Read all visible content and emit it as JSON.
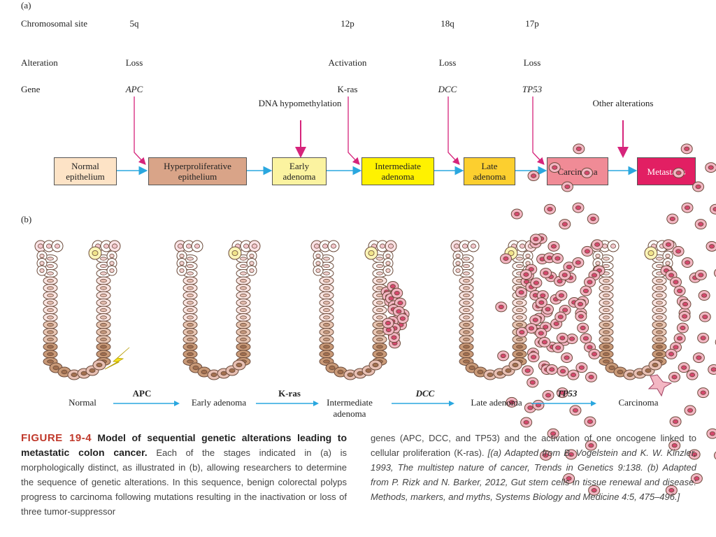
{
  "panel_a": {
    "label": "(a)",
    "row_labels": {
      "site": "Chromosomal site",
      "alteration": "Alteration",
      "gene": "Gene"
    },
    "columns": [
      {
        "site": "5q",
        "alteration": "Loss",
        "gene": "APC"
      },
      {
        "site": "12p",
        "alteration": "Activation",
        "gene": "K-ras"
      },
      {
        "site": "18q",
        "alteration": "Loss",
        "gene": "DCC"
      },
      {
        "site": "17p",
        "alteration": "Loss",
        "gene": "TP53"
      }
    ],
    "notes": {
      "dna": "DNA hypomethylation",
      "other": "Other alterations"
    },
    "stages": [
      {
        "label": "Normal epithelium",
        "color": "#fde3c6"
      },
      {
        "label": "Hyperproliferative epithelium",
        "color": "#d9a488"
      },
      {
        "label": "Early adenoma",
        "color": "#fbf3a0"
      },
      {
        "label": "Intermediate adenoma",
        "color": "#fff200"
      },
      {
        "label": "Late adenoma",
        "color": "#fccf2f"
      },
      {
        "label": "Carcinoma",
        "color": "#f08b96"
      },
      {
        "label": "Metastasis",
        "color": "#e21f63"
      }
    ]
  },
  "panel_b": {
    "label": "(b)",
    "stages": [
      "Normal",
      "Early adenoma",
      "Intermediate adenoma",
      "Late adenoma",
      "Carcinoma"
    ],
    "transitions": [
      "APC",
      "K-ras",
      "DCC",
      "TP53"
    ]
  },
  "caption": {
    "figure_number": "FIGURE 19-4",
    "title": "Model of sequential genetic alterations leading to metastatic colon cancer.",
    "text_left": "Each of the stages indicated in (a) is morphologically distinct, as illustrated in (b), allowing researchers to determine the sequence of genetic alterations. In this sequence, benign colorectal polyps progress to carcinoma following mutations resulting in the inactivation or loss of three tumor-suppressor",
    "text_right_1": "genes (APC, DCC, and TP53) and the activation of one oncogene linked to cellular proliferation (K-ras).",
    "source_a": "[(a) Adapted from B. Vogelstein and K. W. Kinzler, 1993, The multistep nature of cancer, Trends in Genetics 9:138.",
    "source_b": "(b) Adapted from P. Rizk and N. Barker, 2012, Gut stem cells in tissue renewal and disease: Methods, markers, and myths, Systems Biology and Medicine 4:5, 475–496.]"
  },
  "colors": {
    "arrow_blue": "#2aa7df",
    "arrow_magenta": "#d6247b",
    "figure_red": "#c0392b"
  }
}
